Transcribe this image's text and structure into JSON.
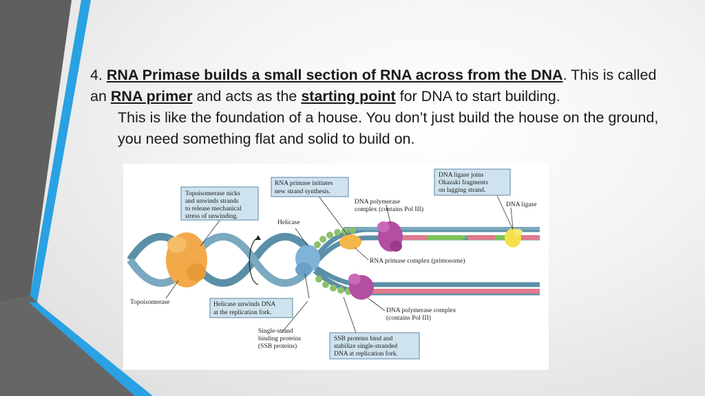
{
  "slide": {
    "paragraph1": {
      "prefix": "4. ",
      "emphasis1": "RNA Primase builds a small section of RNA across from the DNA",
      "text1": ". This is called an ",
      "emphasis2": "RNA primer",
      "text2": " and acts as the ",
      "emphasis3": "starting point",
      "text3": " for DNA to start building."
    },
    "paragraph2": "This is like the foundation of a house. You don’t just build the house on the ground, you need something flat and solid to build on."
  },
  "diagram": {
    "callouts": {
      "topoisomerase_box": [
        "Topoisomerase nicks",
        "and unwinds strands",
        "to release mechanical",
        "stress of unwinding."
      ],
      "primase_box": [
        "RNA primase initiates",
        "new strand synthesis."
      ],
      "ligase_box": [
        "DNA ligase joins",
        "Okazaki fragments",
        "on lagging strand."
      ],
      "helicase_box": [
        "Helicase unwinds DNA",
        "at the replication fork."
      ],
      "ssb_box": [
        "SSB proteins bind and",
        "stabilize single-stranded",
        "DNA at replication fork."
      ]
    },
    "labels": {
      "helicase": "Helicase",
      "topoisomerase": "Topoisomerase",
      "dna_polymerase_top": [
        "DNA polymerase",
        "complex (contains Pol III)"
      ],
      "dna_ligase": "DNA ligase",
      "primosome": "RNA primase complex (primosome)",
      "dna_polymerase_bottom": [
        "DNA polymerase complex",
        "(contains Pol III)"
      ],
      "ssb_label": [
        "Single-strand",
        "binding proteins",
        "(SSB proteins)"
      ]
    },
    "colors": {
      "strand": "#5b8fa8",
      "rna_primer": "#e07a8c",
      "new_dna": "#7cc45a",
      "topoisomerase": "#f2a94a",
      "helicase": "#7fb3d8",
      "polymerase": "#b34ea0",
      "primase": "#f5b64a",
      "ligase": "#f3e04a",
      "ssb": "#8cc06a",
      "callout_fill": "#cfe3ef"
    }
  }
}
